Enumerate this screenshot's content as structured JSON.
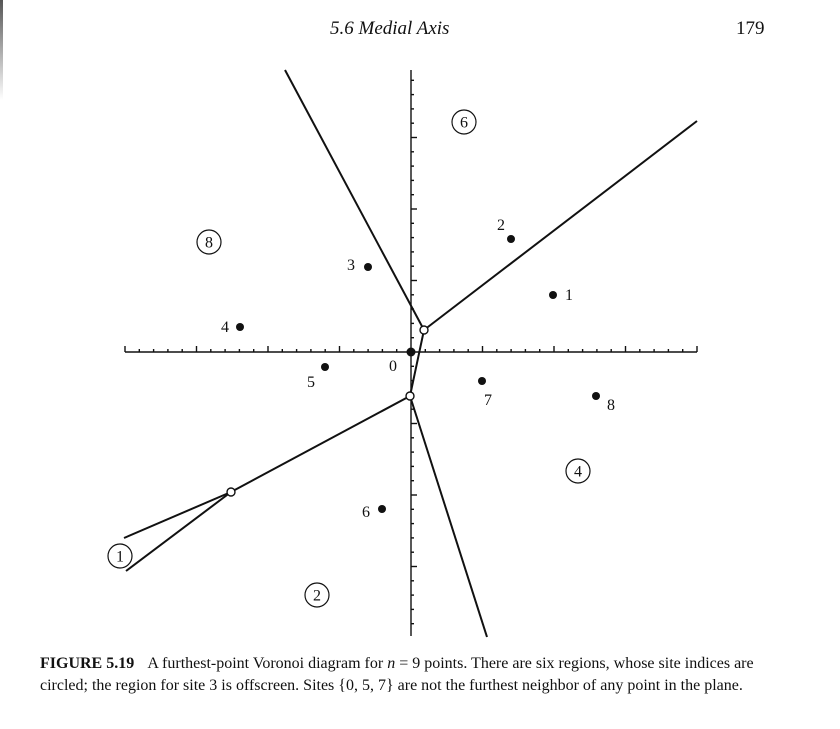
{
  "running_head": {
    "section": "5.6 Medial Axis",
    "page_number": "179"
  },
  "figure": {
    "sites": [
      {
        "label": "0"
      },
      {
        "label": "1"
      },
      {
        "label": "2"
      },
      {
        "label": "3"
      },
      {
        "label": "4"
      },
      {
        "label": "5"
      },
      {
        "label": "6"
      },
      {
        "label": "7"
      },
      {
        "label": "8"
      }
    ],
    "region_labels": [
      "6",
      "8",
      "4",
      "1",
      "2"
    ]
  },
  "caption": {
    "label": "FIGURE 5.19",
    "text_before_math": "A furthest-point Voronoi diagram for ",
    "math": "n",
    "text_after_math": " = 9 points. There are six regions, whose site indices are circled; the region for site 3 is offscreen. Sites {0, 5, 7} are not the furthest neighbor of any point in the plane."
  }
}
